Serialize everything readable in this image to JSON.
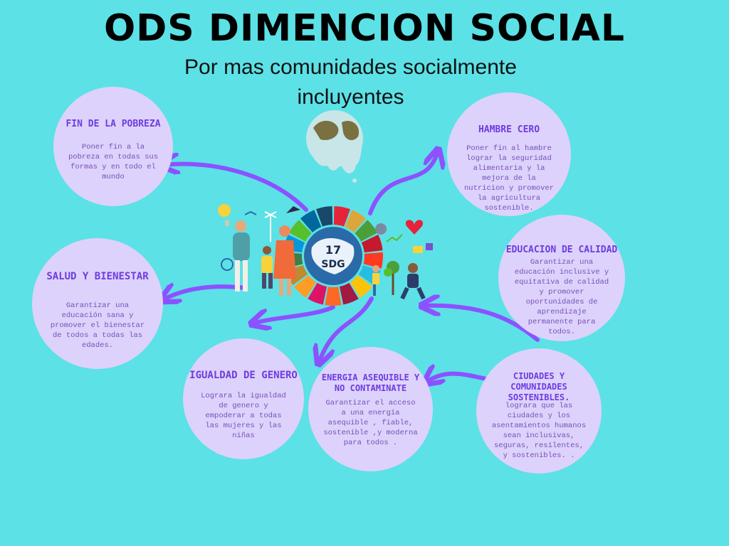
{
  "title": "ODS DIMENCION SOCIAL",
  "subtitle": "Por mas comunidades socialmente incluyentes",
  "center_badge": {
    "line1": "17",
    "line2": "SDG"
  },
  "goals": [
    {
      "id": "fin-pobreza",
      "title": "FIN DE LA POBREZA",
      "desc": "Poner fin a la pobreza en todas sus formas y en todo el mundo"
    },
    {
      "id": "hambre-cero",
      "title": "HAMBRE  CERO",
      "desc": "Poner fin al hambre lograr la seguridad alimentaria y la mejora de la nutricion y promover la agricultura sostenible."
    },
    {
      "id": "educacion",
      "title": "EDUCACION DE CALIDAD",
      "desc": "Garantizar  una educación inclusive y equitativa de calidad y promover oportunidades de aprendizaje permanente para todos."
    },
    {
      "id": "salud",
      "title": "SALUD Y BIENESTAR",
      "desc": "Garantizar una educación sana y promover el bienestar de todos a todas las edades."
    },
    {
      "id": "igualdad",
      "title": "IGUALDAD DE GENERO",
      "desc": "Lograra la igualdad de genero y empoderar  a todas las mujeres y las niñas"
    },
    {
      "id": "energia",
      "title": "ENERGiA ASEQUiBLE Y NO CONTAMiNATE",
      "desc": "Garantizar el acceso a una energía asequible , fiable, sostenible ,y moderna para todos ."
    },
    {
      "id": "ciudades",
      "title": "CiUDADES Y COMUNiDADES SOSTENiBLES.",
      "desc": "lograra que las ciudades y los asentamientos humanos sean inclusivas, seguras, resilentes, y sostenibles.  ."
    }
  ],
  "colors": {
    "background": "#5ce1e6",
    "circle": "#ddd2fb",
    "title_text": "#6e3ce0",
    "desc_text": "#7650b8",
    "arrow": "#8c52ff"
  },
  "sdg_colors": [
    "#e5243b",
    "#dda63a",
    "#4c9f38",
    "#c5192d",
    "#ff3a21",
    "#26bde2",
    "#fcc30b",
    "#a21942",
    "#fd6925",
    "#dd1367",
    "#fd9d24",
    "#bf8b2e",
    "#3f7e44",
    "#0a97d9",
    "#56c02b",
    "#00689d",
    "#19486a"
  ]
}
